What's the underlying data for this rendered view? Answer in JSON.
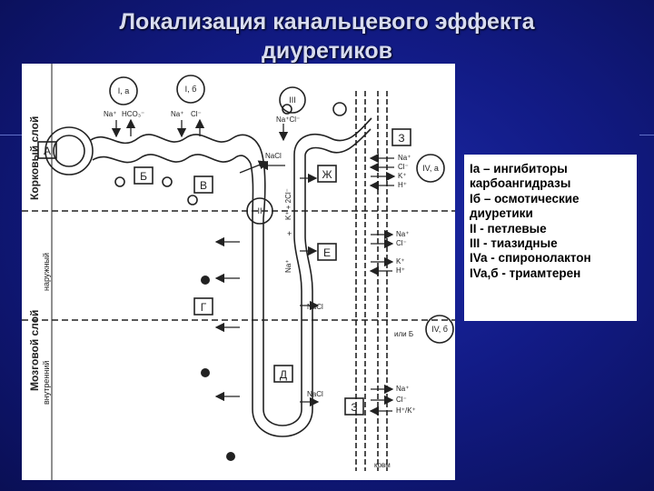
{
  "title_line1": "Локализация канальцевого эффекта",
  "title_line2": "диуретиков",
  "diagram": {
    "side_cortex": "Корковый слой",
    "side_medulla": "Мозговой слой",
    "side_outer": "наружный",
    "side_inner": "внутренний",
    "circle_1a": "I, a",
    "circle_1b": "I, б",
    "circle_3": "III",
    "circle_2": "II",
    "circle_4a": "IV, a",
    "circle_4b": "IV, б",
    "box_a": "А",
    "box_b": "Б",
    "box_v": "В",
    "box_g": "Г",
    "box_d": "Д",
    "box_e": "Е",
    "box_zh": "Ж",
    "box_z1": "З",
    "box_z2": "З",
    "ion_na1": "Na⁺",
    "ion_hco3": "HCO₃⁻",
    "ion_na2": "Na⁺",
    "ion_cl1": "Cl⁻",
    "ion_nacl_top": "Na⁺Cl⁻",
    "ion_nacl_loop": "NaCl",
    "ion_k2cl": "K⁺ + 2Cl⁻",
    "ion_na_asc": "Na⁺",
    "ion_plus": "+",
    "ion_nacl_mid": "NaCl",
    "ion_nacl_low": "NaCl",
    "ion_cd_na": "Na⁺",
    "ion_cd_cl": "Cl⁻",
    "ion_cd_k": "K⁺",
    "ion_cd_h": "H⁺",
    "ion_cd2_na": "Na⁺",
    "ion_cd2_cl": "Cl⁻",
    "ion_cd2_k": "K⁺",
    "ion_cd2_h": "H⁺",
    "ion_or_b": "или Б",
    "ion_cd3_na": "Na⁺",
    "ion_cd3_cl": "Cl⁻",
    "ion_cd3_hk": "H⁺/K⁺",
    "credit": "ковм"
  },
  "legend": [
    "Ia – ингибиторы",
    "карбоангидразы",
    "Iб – осмотические",
    "диуретики",
    "II - петлевые",
    "III - тиазидные",
    "IVa - спиронолактон",
    "IVa,б - триамтерен"
  ],
  "colors": {
    "background": "#121b86",
    "title": "#d8dcf0",
    "ink": "#222222"
  }
}
